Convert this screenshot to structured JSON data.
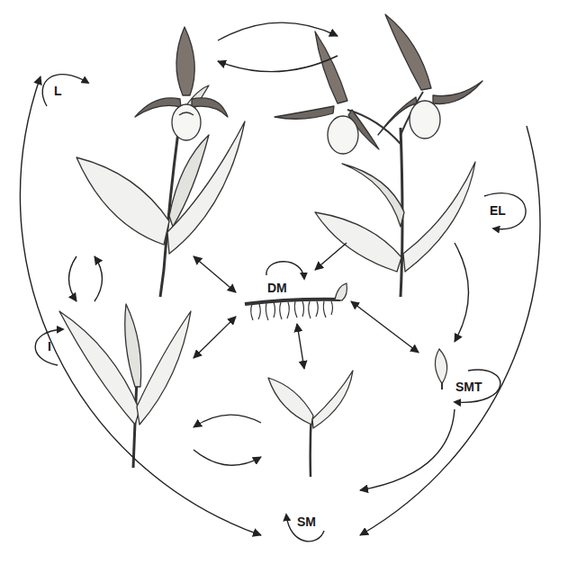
{
  "diagram": {
    "nodes": [
      {
        "text": [
          "L"
        ]
      },
      {
        "text": [
          "EL"
        ]
      },
      {
        "text": [
          "DM"
        ]
      },
      {
        "text": [
          "SMT"
        ]
      },
      {
        "text": [
          "SM"
        ]
      },
      {
        "text": [
          "I"
        ]
      }
    ],
    "edges": [
      {
        "from": 0,
        "to": 1,
        "arrow": "to"
      },
      {
        "from": 1,
        "to": 0,
        "arrow": "to"
      },
      {
        "from": 0,
        "to": 5,
        "arrow": "to"
      },
      {
        "from": 5,
        "to": 0,
        "arrow": "to"
      },
      {
        "from": 0,
        "to": 2,
        "arrow": "both"
      },
      {
        "from": 1,
        "to": 2,
        "arrow": "to"
      },
      {
        "from": 1,
        "to": 3,
        "arrow": "to"
      },
      {
        "from": 1,
        "to": 4,
        "arrow": "to"
      },
      {
        "from": 0,
        "to": 4,
        "arrow": "both"
      },
      {
        "from": 2,
        "to": 3,
        "arrow": "both"
      },
      {
        "from": 2,
        "to": 4,
        "arrow": "both"
      },
      {
        "from": 2,
        "to": 5,
        "arrow": "both"
      },
      {
        "from": 4,
        "to": 5,
        "arrow": "to"
      },
      {
        "from": 5,
        "to": 4,
        "arrow": "to"
      },
      {
        "from": 3,
        "to": 4,
        "arrow": "to"
      }
    ]
  }
}
